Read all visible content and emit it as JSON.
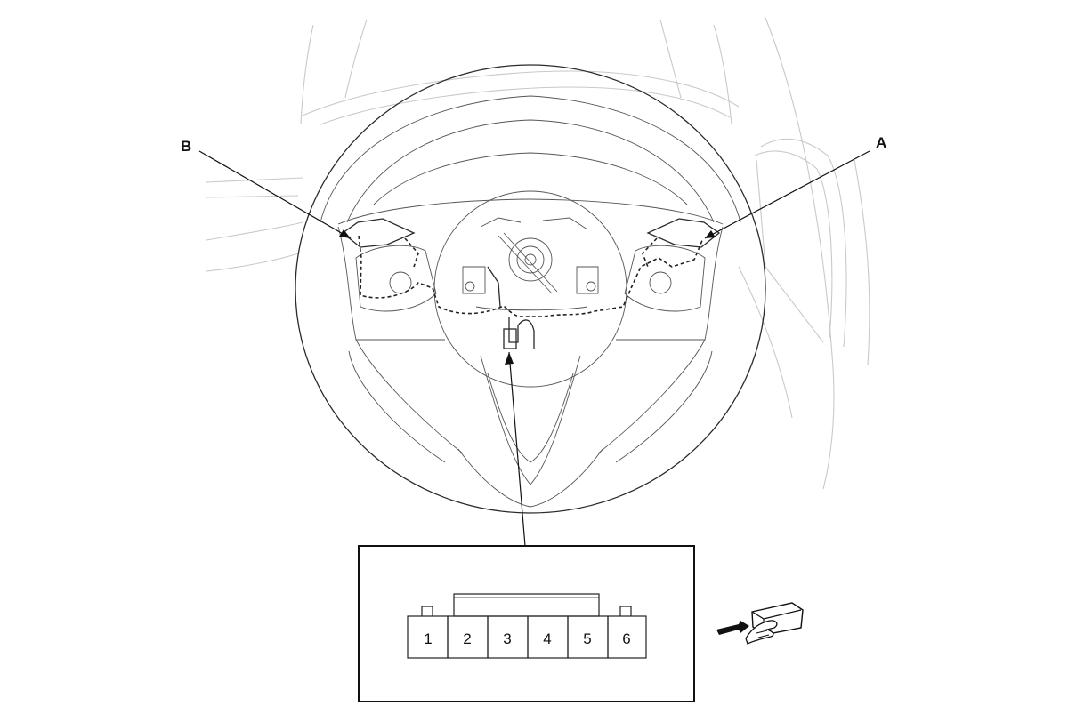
{
  "callouts": {
    "a": "A",
    "b": "B"
  },
  "connector": {
    "pins": [
      "1",
      "2",
      "3",
      "4",
      "5",
      "6"
    ]
  },
  "icons": {
    "connector_view": "terminal-side-view-icon"
  },
  "colors": {
    "line": "#2a2a2a",
    "background_line": "#c9c9c9"
  }
}
